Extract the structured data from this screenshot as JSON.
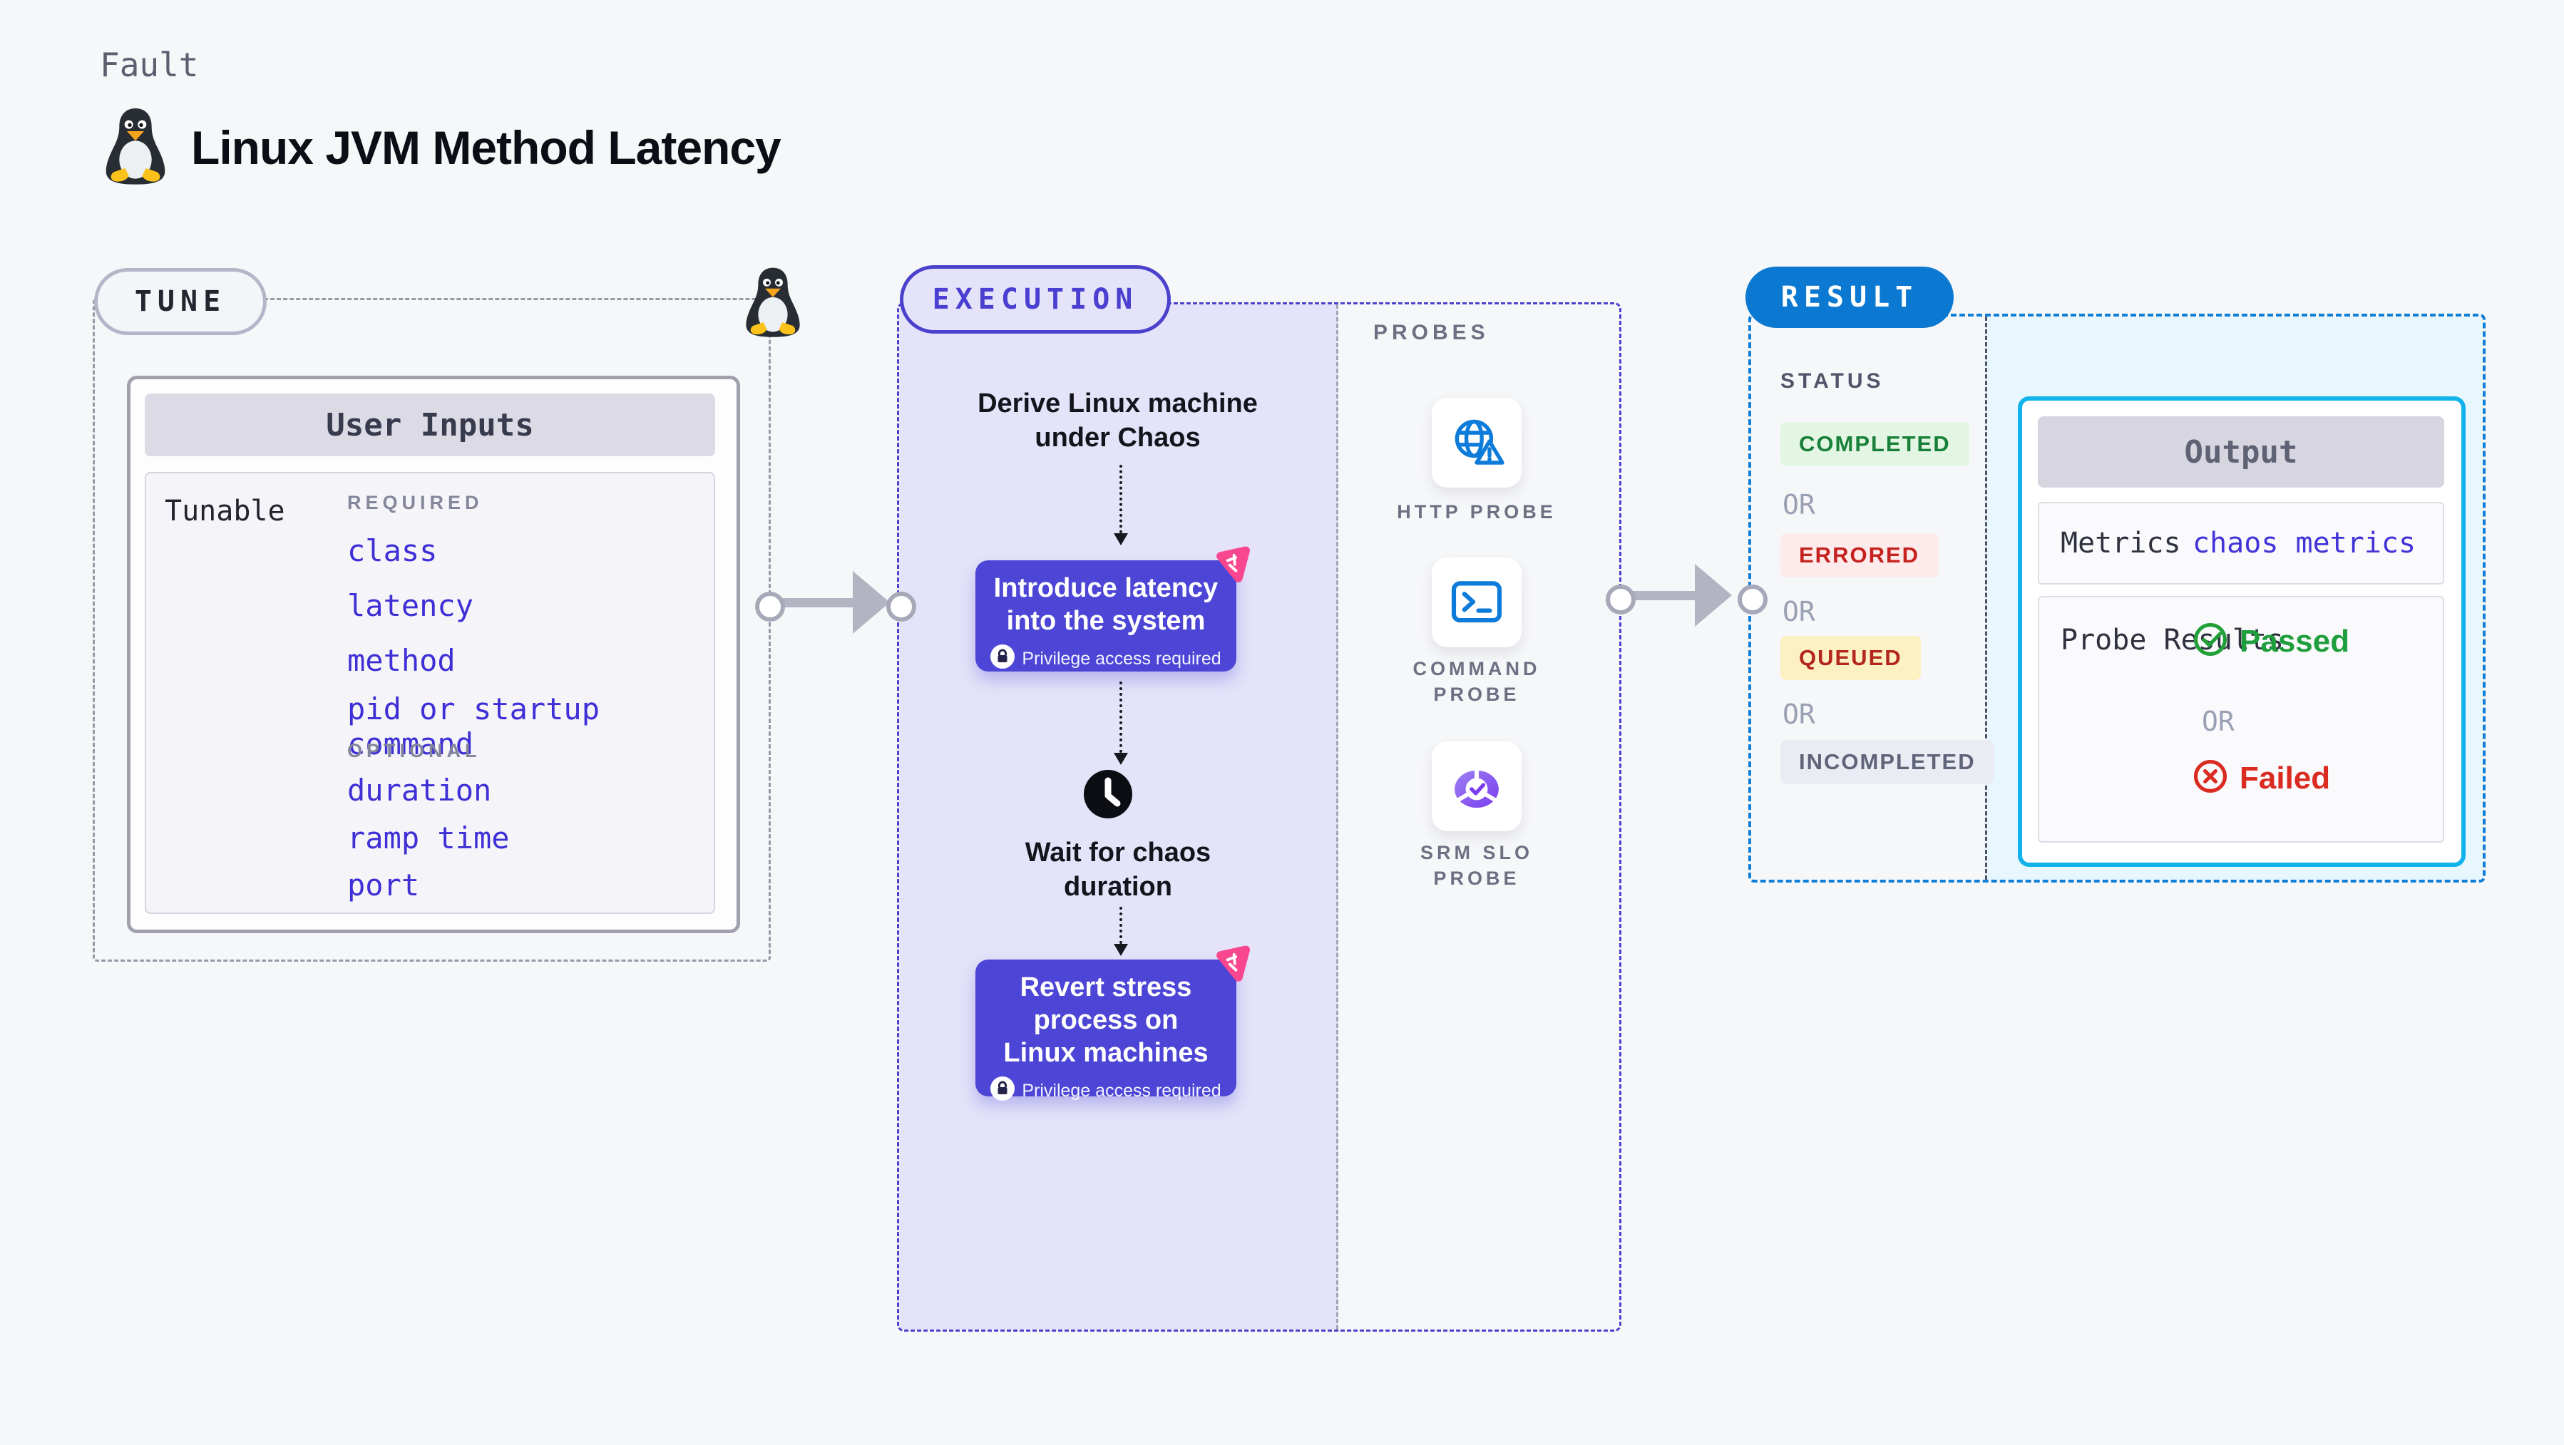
{
  "page": {
    "fault_label": "Fault",
    "title": "Linux JVM Method Latency"
  },
  "tune": {
    "pill": "TUNE",
    "card_title": "User Inputs",
    "row_label": "Tunable",
    "required_label": "REQUIRED",
    "required_items": [
      "class",
      "latency",
      "method",
      "pid or startup command"
    ],
    "optional_label": "OPTIONAL",
    "optional_items": [
      "duration",
      "ramp time",
      "port"
    ]
  },
  "execution": {
    "pill": "EXECUTION",
    "step_derive": "Derive Linux machine under Chaos",
    "action_introduce": {
      "title": "Introduce latency into the system",
      "note": "Privilege access required"
    },
    "wait_step": "Wait for chaos duration",
    "action_revert": {
      "title": "Revert stress process on Linux machines",
      "note": "Privilege access required"
    }
  },
  "probes": {
    "label": "PROBES",
    "items": [
      {
        "name": "HTTP PROBE",
        "icon": "globe-alert-icon"
      },
      {
        "name": "COMMAND PROBE",
        "icon": "terminal-icon"
      },
      {
        "name": "SRM SLO PROBE",
        "icon": "slo-gauge-icon"
      }
    ]
  },
  "result": {
    "pill": "RESULT",
    "status_label": "STATUS",
    "or_label": "OR",
    "statuses": [
      {
        "label": "COMPLETED",
        "type": "completed"
      },
      {
        "label": "ERRORED",
        "type": "errored"
      },
      {
        "label": "QUEUED",
        "type": "queued"
      },
      {
        "label": "INCOMPLETED",
        "type": "incompleted"
      }
    ],
    "output": {
      "title": "Output",
      "metrics_label": "Metrics",
      "metrics_value": "chaos metrics",
      "probe_results_label": "Probe Results",
      "passed_label": "Passed",
      "or_label": "OR",
      "failed_label": "Failed"
    }
  },
  "colors": {
    "page_bg": "#f6f7f9",
    "tune_dash_gray": "#9699a8",
    "execution_indigo": "#4b41cc",
    "lavender_fill": "#e4e3f9",
    "action_box_indigo": "#4c45d5",
    "chaos_badge_pink": "#f9478f",
    "param_link_blue": "#3e2fd6",
    "result_blue": "#0b79d1",
    "result_dash_blue": "#0e7ed6",
    "cyan_fill": "#e8f6fd",
    "output_border_cyan": "#12b2ea",
    "completed_green": "#188038",
    "errored_red": "#c5221f",
    "queued_red": "#b3261c",
    "incompleted_gray": "#5f6479",
    "passed_green": "#1f9e3d",
    "failed_red": "#d92b20",
    "probe_icon_blue": "#0d7bd9",
    "slo_icon_purple": "#7a3df0"
  }
}
